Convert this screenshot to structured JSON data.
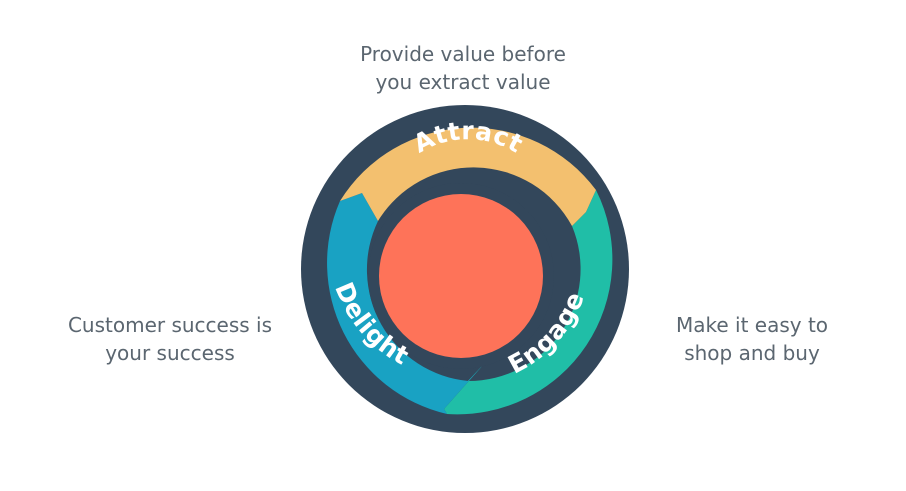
{
  "captions": {
    "top": [
      "Provide value before",
      "you extract value"
    ],
    "left": [
      "Customer success is",
      "your success"
    ],
    "right": [
      "Make it easy to",
      "shop and buy"
    ]
  },
  "segments": {
    "attract": "Attract",
    "engage": "Engage",
    "delight": "Delight"
  },
  "colors": {
    "attract": "#f3c06f",
    "engage": "#20bea7",
    "delight": "#19a2c3",
    "outline": "#33475b",
    "center": "#fe7359",
    "caption_text": "#5b6670"
  }
}
